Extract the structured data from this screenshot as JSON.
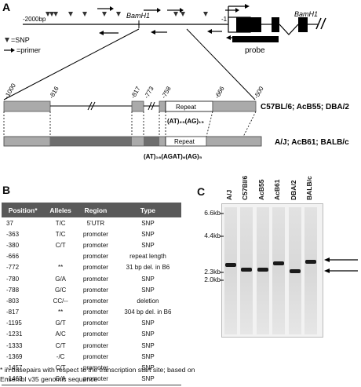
{
  "panels": {
    "a": "A",
    "b": "B",
    "c": "C"
  },
  "gene_map": {
    "start_label": "-2000bp",
    "bamh1_left": "BamH1",
    "bamh1_right": "BamH1",
    "tss_label": "-1",
    "probe_label": "probe",
    "legend_snp": "=SNP",
    "legend_primer": "=primer"
  },
  "promoter": {
    "pos_1000": "-1000",
    "pos_816": "-816",
    "pos_817": "-817",
    "pos_773": "-773",
    "pos_758": "-758",
    "pos_666": "-666",
    "pos_500": "-500",
    "repeat_top": "Repeat",
    "repeat_bottom": "Repeat",
    "motif_top": "(AT)₂₃(AG)₁₅",
    "motif_bottom": "(AT)₁₆(AGAT)₆(AG)₅",
    "strains_top": "C57BL/6; AcB55; DBA/2",
    "strains_bottom": "A/J; AcB61; BALB/c"
  },
  "table": {
    "headers": [
      "Position*",
      "Alleles",
      "Region",
      "Type"
    ],
    "rows": [
      [
        "37",
        "T/C",
        "5'UTR",
        "SNP"
      ],
      [
        "-363",
        "T/C",
        "promoter",
        "SNP"
      ],
      [
        "-380",
        "C/T",
        "promoter",
        "SNP"
      ],
      [
        "-666",
        "",
        "promoter",
        "repeat length"
      ],
      [
        "-772",
        "**",
        "promoter",
        "31 bp del. in B6"
      ],
      [
        "-780",
        "G/A",
        "promoter",
        "SNP"
      ],
      [
        "-788",
        "G/C",
        "promoter",
        "SNP"
      ],
      [
        "-803",
        "CC/--",
        "promoter",
        "deletion"
      ],
      [
        "-817",
        "**",
        "promoter",
        "304 bp del. in B6"
      ],
      [
        "-1195",
        "G/T",
        "promoter",
        "SNP"
      ],
      [
        "-1231",
        "A/C",
        "promoter",
        "SNP"
      ],
      [
        "-1333",
        "C/T",
        "promoter",
        "SNP"
      ],
      [
        "-1369",
        "-/C",
        "promoter",
        "SNP"
      ],
      [
        "-1457",
        "C/T",
        "promoter",
        "SNP"
      ],
      [
        "-1463",
        "G/A",
        "promoter",
        "SNP"
      ]
    ],
    "footnote": "* in basepairs with respect to the transcription start site; based on Ensembl v35 genomic sequence"
  },
  "blot": {
    "lanes": [
      "A/J",
      "C57Bl/6",
      "AcB55",
      "AcB61",
      "DBA/2",
      "BALB/c"
    ],
    "markers": [
      "6.6kb",
      "4.4kb",
      "2.3kb",
      "2.0kb"
    ]
  }
}
